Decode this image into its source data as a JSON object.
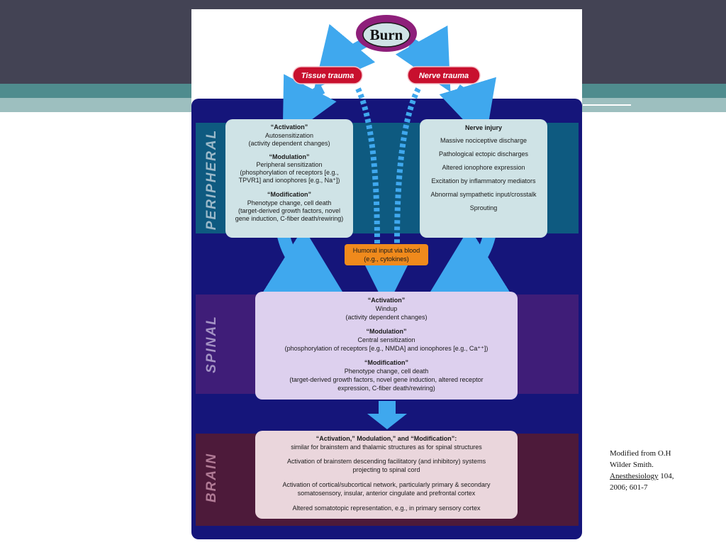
{
  "citation": {
    "line1": "Modified from O.H",
    "line2": "Wilder Smith.",
    "journal": "Anesthesiology",
    "vol": " 104,",
    "line4": "2006; 601-7"
  },
  "diagram": {
    "root": "Burn",
    "tissue_trauma": "Tissue trauma",
    "nerve_trauma": "Nerve trauma",
    "regions": {
      "peripheral": "PERIPHERAL",
      "spinal": "SPINAL",
      "brain": "BRAIN"
    },
    "peripheral_left": {
      "h1": "“Activation”",
      "l1": "Autosensitization",
      "l2": "(activity dependent changes)",
      "h2": "“Modulation”",
      "l3": "Peripheral sensitization",
      "l4": "(phosphorylation of receptors [e.g.,",
      "l5": "TPVR1] and ionophores [e.g., Na⁺])",
      "h3": "“Modification”",
      "l6": "Phenotype change, cell death",
      "l7": "(target-derived growth factors, novel",
      "l8": "gene induction, C-fiber death/rewiring)"
    },
    "peripheral_right": {
      "h1": "Nerve injury",
      "items": [
        "Massive nociceptive discharge",
        "Pathological ectopic discharges",
        "Altered ionophore expression",
        "Excitation by inflammatory mediators",
        "Abnormal sympathetic input/crosstalk",
        "Sprouting"
      ]
    },
    "humoral": {
      "l1": "Humoral input via blood",
      "l2": "(e.g., cytokines)"
    },
    "spinal": {
      "h1": "“Activation”",
      "l1": "Windup",
      "l2": "(activity dependent changes)",
      "h2": "“Modulation”",
      "l3": "Central sensitization",
      "l4": "(phosphorylation of receptors [e.g., NMDA] and ionophores [e.g., Ca⁺⁺])",
      "h3": "“Modification”",
      "l5": "Phenotype change, cell death",
      "l6": "(target-derived growth factors, novel gene induction, altered receptor",
      "l7": "expression, C-fiber death/rewiring)"
    },
    "brain": {
      "h1": "“Activation,” Modulation,” and “Modification”:",
      "l1": "similar for brainstem and thalamic structures as for spinal structures",
      "l2": "Activation of brainstem descending facilitatory (and inhibitory) systems",
      "l3": "projecting to spinal cord",
      "l4": "Activation of cortical/subcortical network, particularly primary & secondary",
      "l5": "somatosensory, insular, anterior cingulate and prefrontal cortex",
      "l6": "Altered somatotopic representation, e.g., in primary sensory cortex"
    },
    "colors": {
      "navy": "#15157a",
      "teal": "#0e5a80",
      "purple": "#3f1d78",
      "maroon": "#4d1a3a",
      "box_light": "#cfe3e6",
      "spinal_box": "#ddd0ee",
      "brain_box": "#ead6dc",
      "arrow": "#3fa8ee",
      "label_red": "#c8102e",
      "humoral": "#f08a1c",
      "burn_outer": "#8e1f7a"
    }
  }
}
